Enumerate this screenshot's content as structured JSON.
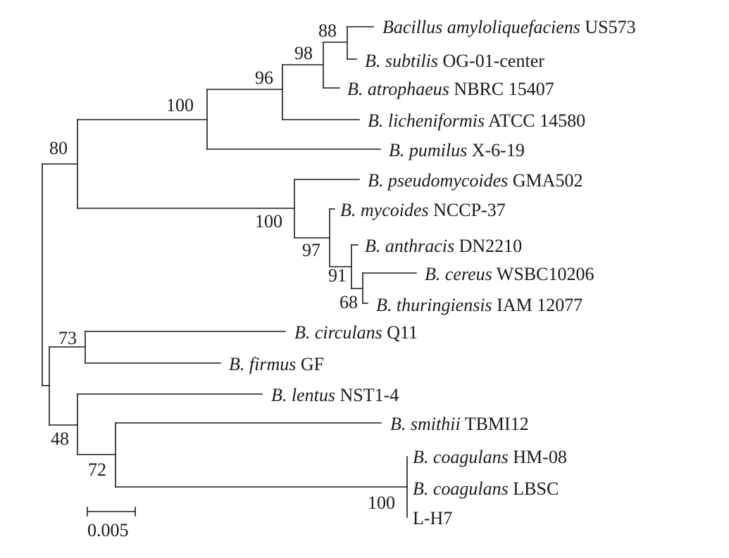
{
  "taxa": [
    {
      "species": "Bacillus amyloliquefaciens",
      "strain": " US573"
    },
    {
      "species": "B. subtilis",
      "strain": " OG-01-center"
    },
    {
      "species": "B. atrophaeus",
      "strain": " NBRC 15407"
    },
    {
      "species": "B. licheniformis",
      "strain": " ATCC 14580"
    },
    {
      "species": "B. pumilus",
      "strain": " X-6-19"
    },
    {
      "species": "B. pseudomycoides",
      "strain": " GMA502"
    },
    {
      "species": "B. mycoides",
      "strain": " NCCP-37"
    },
    {
      "species": "B. anthracis",
      "strain": " DN2210"
    },
    {
      "species": "B. cereus",
      "strain": " WSBC10206"
    },
    {
      "species": "B. thuringiensis",
      "strain": " IAM 12077"
    },
    {
      "species": "B. circulans",
      "strain": " Q11"
    },
    {
      "species": "B. firmus",
      "strain": " GF"
    },
    {
      "species": "B. lentus",
      "strain": " NST1-4"
    },
    {
      "species": "B. smithii",
      "strain": " TBMI12"
    },
    {
      "species": "B. coagulans",
      "strain": " HM-08"
    },
    {
      "species": "B. coagulans",
      "strain": " LBSC"
    },
    {
      "species": "",
      "strain": "L-H7"
    }
  ],
  "bootstrap": [
    "88",
    "98",
    "96",
    "100",
    "80",
    "100",
    "97",
    "91",
    "68",
    "73",
    "48",
    "72",
    "100"
  ],
  "scale_bar": {
    "label": "0.005"
  }
}
